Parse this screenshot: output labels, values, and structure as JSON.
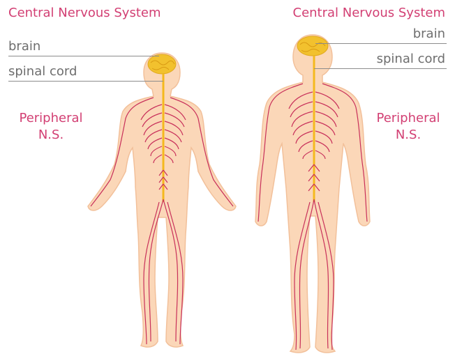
{
  "female_figure": {
    "title": "Central Nervous  System",
    "label_brain": "brain",
    "label_spinal_cord": "spinal cord",
    "peripheral_line1": "Peripheral",
    "peripheral_line2": "N.S."
  },
  "male_figure": {
    "title": "Central Nervous  System",
    "label_brain": "brain",
    "label_spinal_cord": "spinal cord",
    "peripheral_line1": "Peripheral",
    "peripheral_line2": "N.S."
  },
  "colors": {
    "title": "#d23f73",
    "label": "#6e6e6e",
    "skin": "#fbd7b8",
    "skin_outline": "#f2c09a",
    "nerve": "#c8305a",
    "brain": "#f2c12e",
    "spinal_cord": "#f4b91e"
  }
}
